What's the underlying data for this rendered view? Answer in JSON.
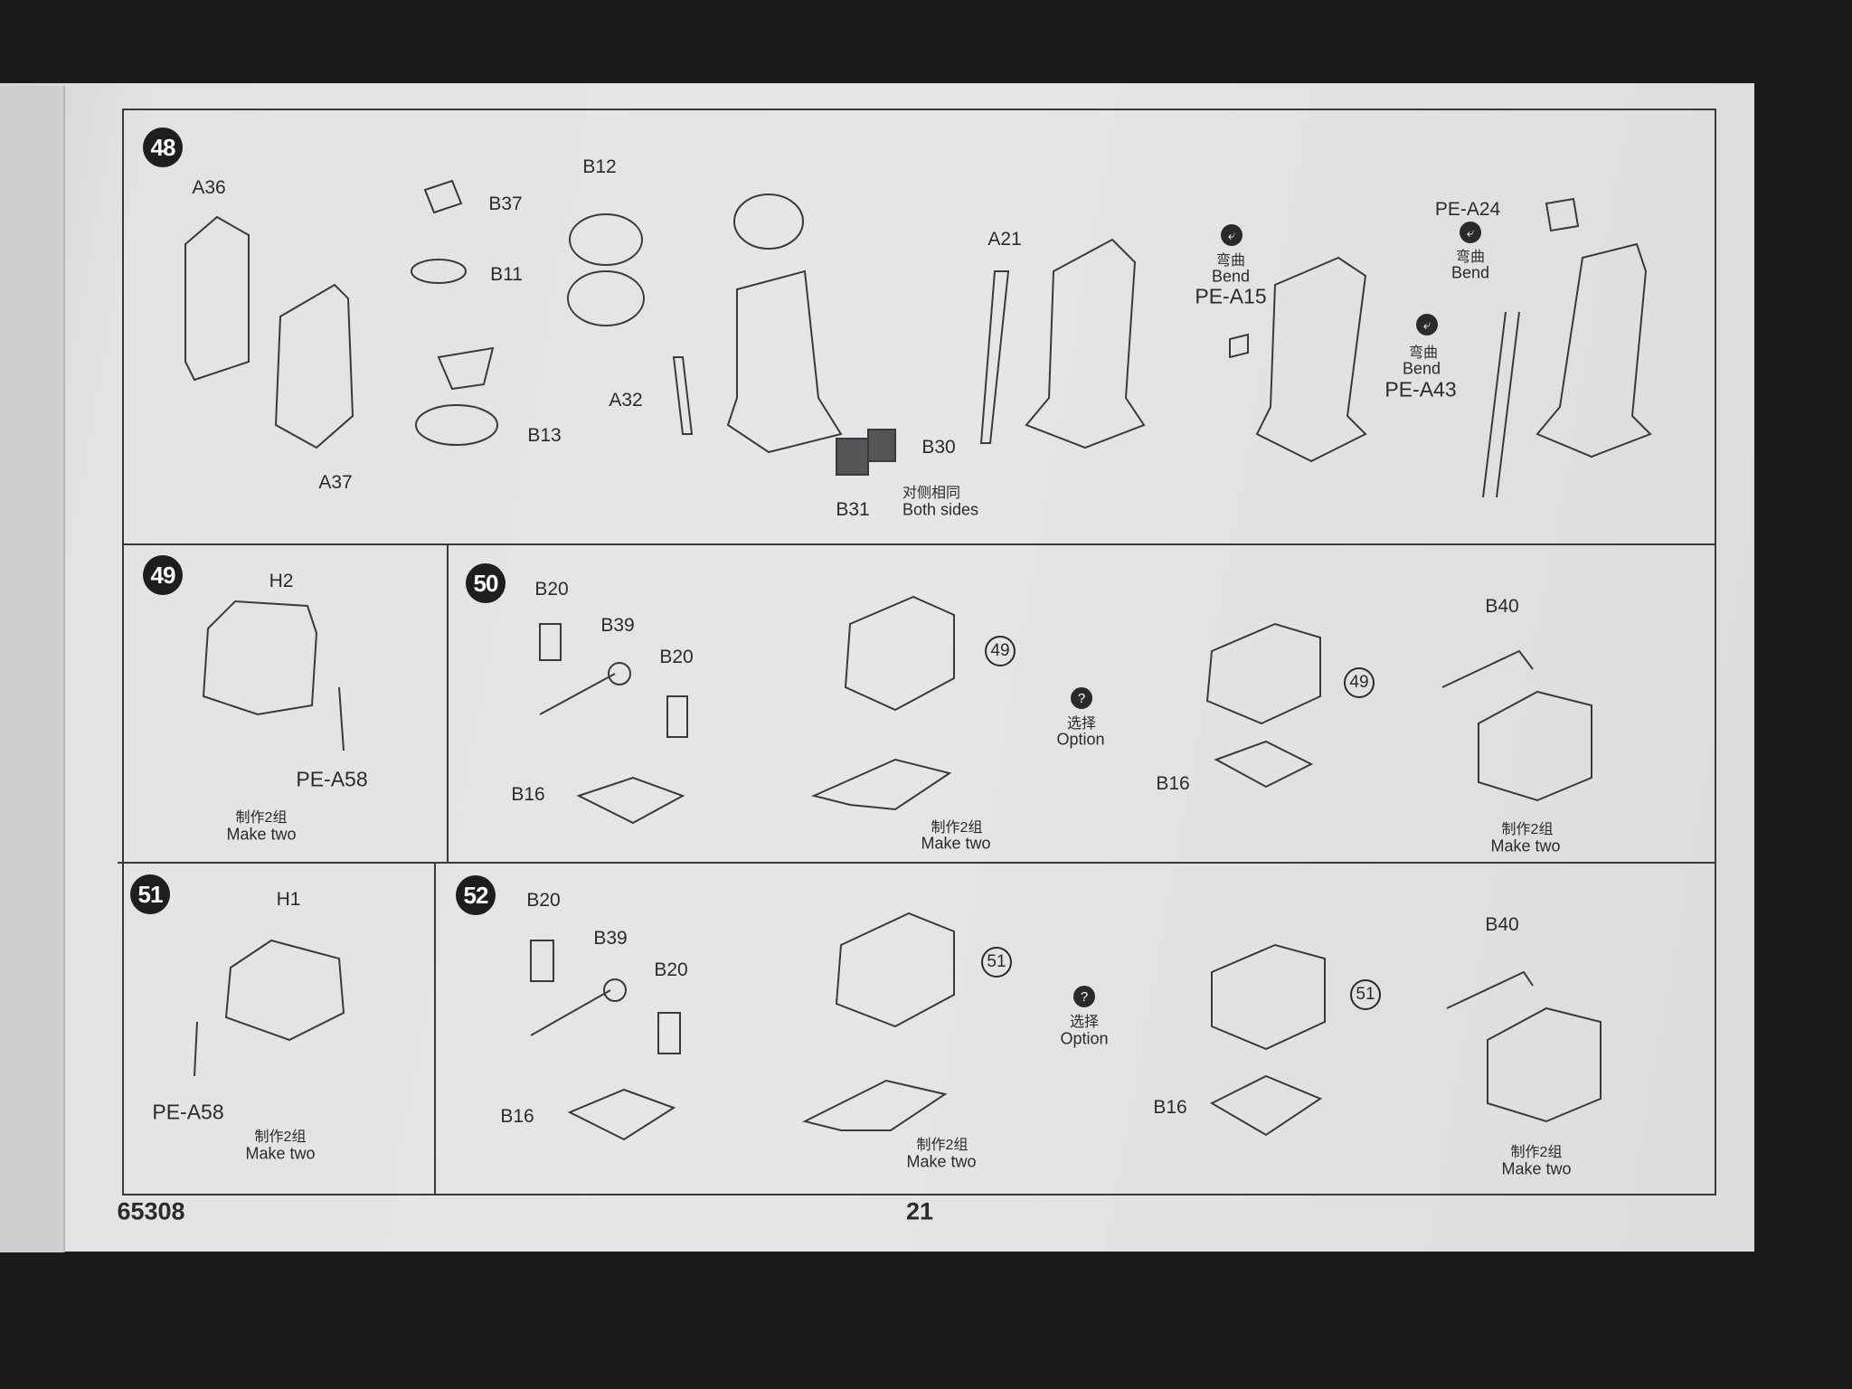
{
  "document": {
    "catalog_number": "65308",
    "page_number": "21"
  },
  "steps": {
    "s48": {
      "number": "48",
      "labels": {
        "a36": "A36",
        "b37": "B37",
        "b11": "B11",
        "b12": "B12",
        "b13": "B13",
        "a37": "A37",
        "a32": "A32",
        "b30": "B30",
        "b31": "B31",
        "both_cn": "对侧相同",
        "both_en": "Both sides",
        "a21": "A21",
        "bend1_cn": "弯曲",
        "bend1_en": "Bend",
        "pe_a15": "PE-A15",
        "pe_a24": "PE-A24",
        "bend2_cn": "弯曲",
        "bend2_en": "Bend",
        "bend3_cn": "弯曲",
        "bend3_en": "Bend",
        "pe_a43": "PE-A43"
      }
    },
    "s49": {
      "number": "49",
      "labels": {
        "h2": "H2",
        "pe_a58": "PE-A58",
        "make_cn": "制作2组",
        "make_en": "Make two"
      }
    },
    "s50": {
      "number": "50",
      "labels": {
        "b20a": "B20",
        "b39": "B39",
        "b20b": "B20",
        "b16a": "B16",
        "ref1": "49",
        "make1_cn": "制作2组",
        "make1_en": "Make two",
        "opt_cn": "选择",
        "opt_en": "Option",
        "ref2": "49",
        "b16b": "B16",
        "b40": "B40",
        "make2_cn": "制作2组",
        "make2_en": "Make two"
      }
    },
    "s51": {
      "number": "51",
      "labels": {
        "h1": "H1",
        "pe_a58": "PE-A58",
        "make_cn": "制作2组",
        "make_en": "Make two"
      }
    },
    "s52": {
      "number": "52",
      "labels": {
        "b20a": "B20",
        "b39": "B39",
        "b20b": "B20",
        "b16a": "B16",
        "ref1": "51",
        "make1_cn": "制作2组",
        "make1_en": "Make two",
        "opt_cn": "选择",
        "opt_en": "Option",
        "ref2": "51",
        "b16b": "B16",
        "b40": "B40",
        "make2_cn": "制作2组",
        "make2_en": "Make two"
      }
    }
  },
  "icons": {
    "bend": "bend-icon",
    "option": "question-icon"
  }
}
